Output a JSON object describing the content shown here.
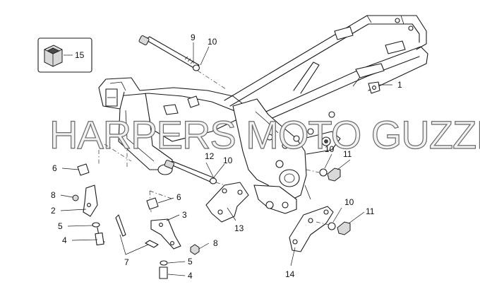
{
  "watermark": "HARPERS MOTO GUZZI©",
  "callouts": {
    "c1": "1",
    "c2": "2",
    "c3": "3",
    "c4a": "4",
    "c4b": "4",
    "c5a": "5",
    "c5b": "5",
    "c6a": "6",
    "c6b": "6",
    "c7": "7",
    "c8a": "8",
    "c8b": "8",
    "c9": "9",
    "c10a": "10",
    "c10b": "10",
    "c10c": "10",
    "c10d": "10",
    "c11a": "11",
    "c11b": "11",
    "c12": "12",
    "c13": "13",
    "c14": "14",
    "c15": "15"
  }
}
